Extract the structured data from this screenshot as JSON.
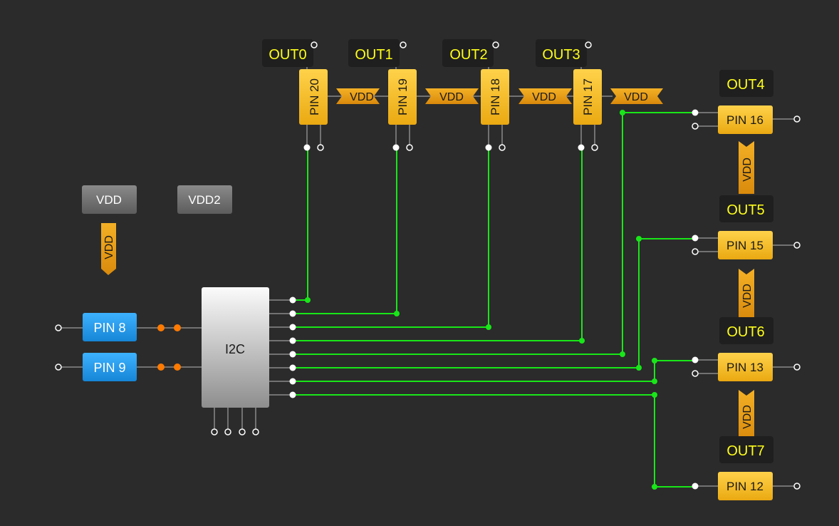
{
  "colors": {
    "background": "#2b2b2b",
    "wire_active": "#19e619",
    "wire_idle": "#8a8a8a",
    "pin_fill": "#f5b81f",
    "out_label": "#ffff1a",
    "vdd_tag": "#e59a12",
    "io_pin": "#1f9ae8",
    "connector_orange": "#ff7a00"
  },
  "io_pins": [
    "PIN 8",
    "PIN 9"
  ],
  "gray_blocks": [
    "VDD",
    "VDD2"
  ],
  "i2c_block": "I2C",
  "vdd_label": "VDD",
  "top_outputs": [
    {
      "out": "OUT0",
      "pin": "PIN 20"
    },
    {
      "out": "OUT1",
      "pin": "PIN 19"
    },
    {
      "out": "OUT2",
      "pin": "PIN 18"
    },
    {
      "out": "OUT3",
      "pin": "PIN 17"
    }
  ],
  "right_outputs": [
    {
      "out": "OUT4",
      "pin": "PIN 16"
    },
    {
      "out": "OUT5",
      "pin": "PIN 15"
    },
    {
      "out": "OUT6",
      "pin": "PIN 13"
    },
    {
      "out": "OUT7",
      "pin": "PIN 12"
    }
  ]
}
